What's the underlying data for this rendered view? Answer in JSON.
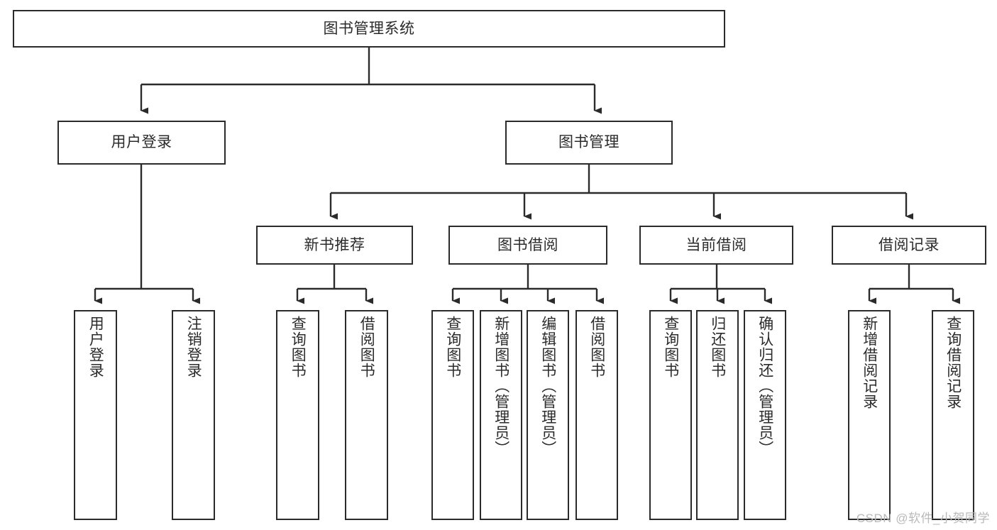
{
  "diagram": {
    "type": "tree",
    "title": "图书管理系统",
    "colors": {
      "stroke": "#2b2b2b",
      "fill": "#ffffff",
      "watermark": "#b9b9b9"
    },
    "nodes": {
      "root": {
        "label": "图书管理系统",
        "level": 1,
        "orientation": "horizontal"
      },
      "l2": [
        {
          "id": "user-login",
          "label": "用户登录",
          "level": 2,
          "orientation": "horizontal"
        },
        {
          "id": "book-management",
          "label": "图书管理",
          "level": 2,
          "orientation": "horizontal"
        }
      ],
      "l3": [
        {
          "id": "new-book-recommend",
          "label": "新书推荐",
          "level": 3,
          "orientation": "horizontal"
        },
        {
          "id": "book-borrow",
          "label": "图书借阅",
          "level": 3,
          "orientation": "horizontal"
        },
        {
          "id": "current-borrow",
          "label": "当前借阅",
          "level": 3,
          "orientation": "horizontal"
        },
        {
          "id": "borrow-record",
          "label": "借阅记录",
          "level": 3,
          "orientation": "horizontal"
        }
      ],
      "leaves": [
        {
          "id": "leaf-user-login",
          "label": "用户登录",
          "parent": "user-login",
          "orientation": "vertical"
        },
        {
          "id": "leaf-logout",
          "label": "注销登录",
          "parent": "user-login",
          "orientation": "vertical"
        },
        {
          "id": "leaf-query-book-1",
          "label": "查询图书",
          "parent": "new-book-recommend",
          "orientation": "vertical"
        },
        {
          "id": "leaf-borrow-book-1",
          "label": "借阅图书",
          "parent": "new-book-recommend",
          "orientation": "vertical"
        },
        {
          "id": "leaf-query-book-2",
          "label": "查询图书",
          "parent": "book-borrow",
          "orientation": "vertical"
        },
        {
          "id": "leaf-add-book",
          "label": "新增图书（管理员）",
          "parent": "book-borrow",
          "orientation": "vertical"
        },
        {
          "id": "leaf-edit-book",
          "label": "编辑图书（管理员）",
          "parent": "book-borrow",
          "orientation": "vertical"
        },
        {
          "id": "leaf-borrow-book-2",
          "label": "借阅图书",
          "parent": "book-borrow",
          "orientation": "vertical"
        },
        {
          "id": "leaf-query-book-3",
          "label": "查询图书",
          "parent": "current-borrow",
          "orientation": "vertical"
        },
        {
          "id": "leaf-return-book",
          "label": "归还图书",
          "parent": "current-borrow",
          "orientation": "vertical"
        },
        {
          "id": "leaf-confirm-return",
          "label": "确认归还（管理员）",
          "parent": "current-borrow",
          "orientation": "vertical"
        },
        {
          "id": "leaf-add-record",
          "label": "新增借阅记录",
          "parent": "borrow-record",
          "orientation": "vertical"
        },
        {
          "id": "leaf-query-record",
          "label": "查询借阅记录",
          "parent": "borrow-record",
          "orientation": "vertical"
        }
      ]
    },
    "watermark": "CSDN @软件_小贺同学"
  }
}
